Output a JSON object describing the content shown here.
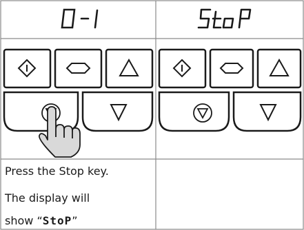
{
  "panels": [
    {
      "display": "0-1",
      "display_label": "Display showing O-1"
    },
    {
      "display": "StoP",
      "display_label": "Display showing StoP"
    }
  ],
  "keys": {
    "top_row": [
      "start-key",
      "stop-oval-key",
      "up-arrow-key"
    ],
    "bottom_row": [
      "stop-key",
      "down-arrow-key"
    ]
  },
  "instructions": {
    "line1": "Press the Stop key.",
    "line2": "The display will",
    "line3_prefix": "show “",
    "line3_code": "StoP",
    "line3_suffix": "”"
  }
}
